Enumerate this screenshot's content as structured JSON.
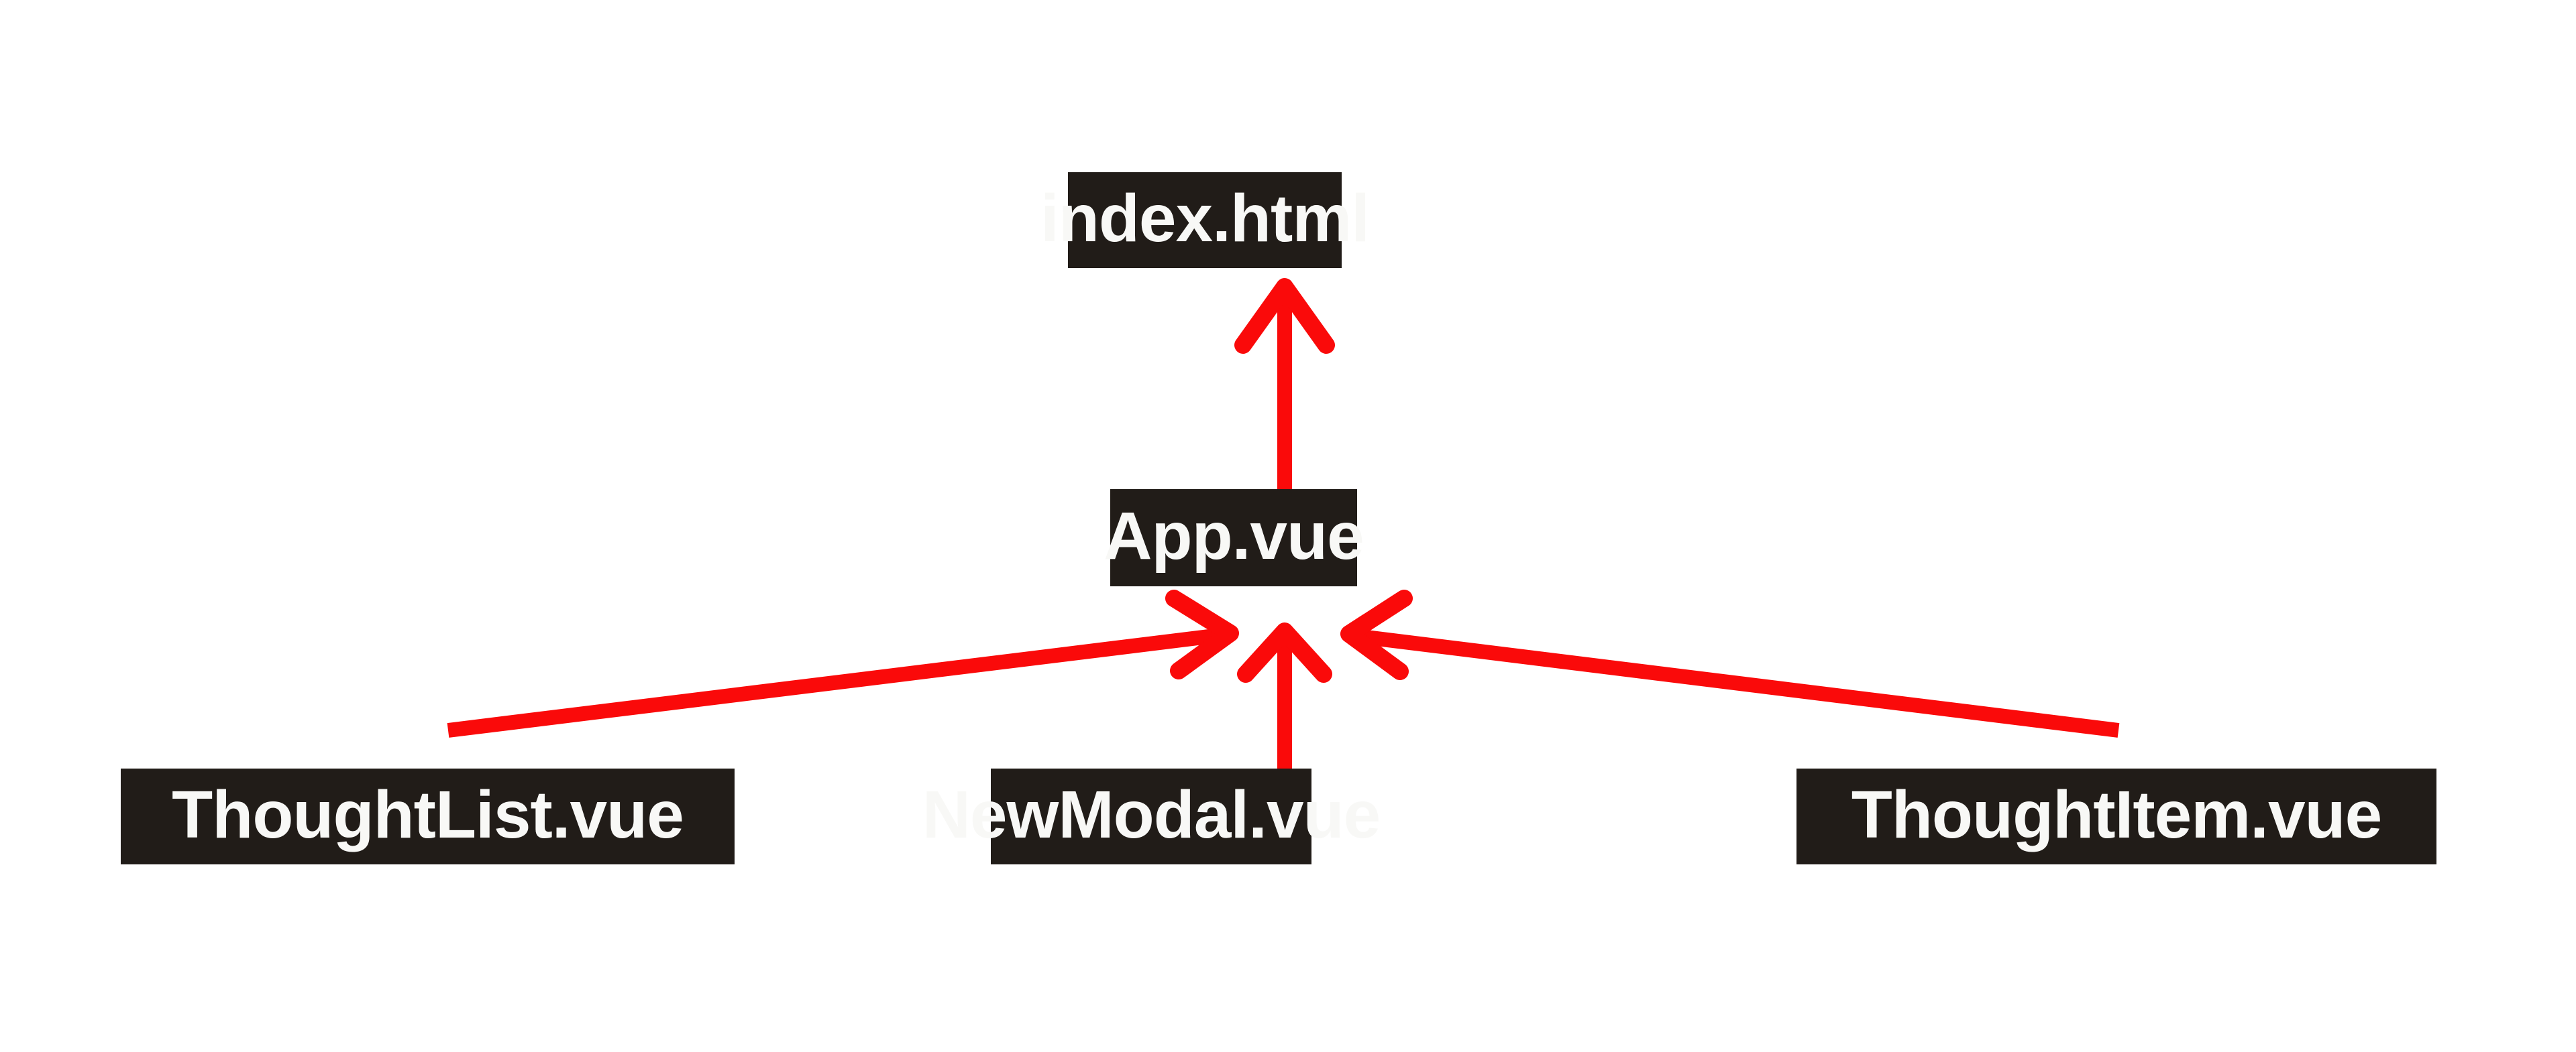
{
  "diagram": {
    "type": "component-dependency-graph",
    "title": "",
    "background_color": "#ffffff",
    "node_fill_color": "#211C18",
    "node_text_color": "#F8F8F6",
    "arrow_color": "#FA0A0A",
    "nodes": [
      {
        "id": "index",
        "label": "index.html",
        "level": 0
      },
      {
        "id": "app",
        "label": "App.vue",
        "level": 1
      },
      {
        "id": "thoughtlist",
        "label": "ThoughtList.vue",
        "level": 2
      },
      {
        "id": "newmodal",
        "label": "NewModal.vue",
        "level": 2
      },
      {
        "id": "thoughtitem",
        "label": "ThoughtItem.vue",
        "level": 2
      }
    ],
    "edges": [
      {
        "from": "app",
        "to": "index",
        "direction": "up"
      },
      {
        "from": "thoughtlist",
        "to": "app",
        "direction": "up-right"
      },
      {
        "from": "newmodal",
        "to": "app",
        "direction": "up"
      },
      {
        "from": "thoughtitem",
        "to": "app",
        "direction": "up-left"
      }
    ]
  }
}
